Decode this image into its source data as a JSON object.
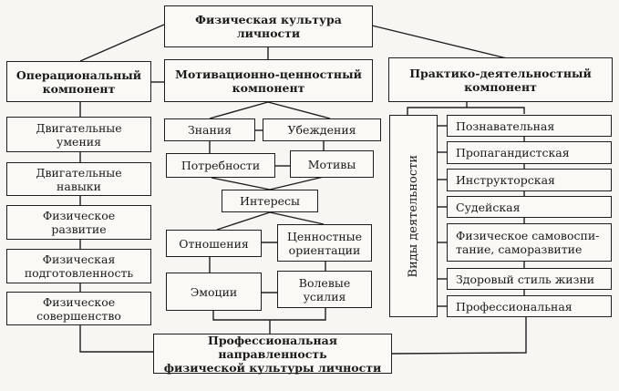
{
  "diagram": {
    "root": {
      "line1": "Физическая культура",
      "line2": "личности"
    },
    "components": {
      "operational": {
        "line1": "Операциональный",
        "line2": "компонент"
      },
      "motivational": {
        "line1": "Мотивационно-ценностный",
        "line2": "компонент"
      },
      "practical": {
        "line1": "Практико-деятельностный",
        "line2": "компонент"
      }
    },
    "operational_items": [
      {
        "line1": "Двигательные",
        "line2": "умения"
      },
      {
        "line1": "Двигательные",
        "line2": "навыки"
      },
      {
        "line1": "Физическое",
        "line2": "развитие"
      },
      {
        "line1": "Физическая",
        "line2": "подготовленность"
      },
      {
        "line1": "Физическое",
        "line2": "совершенство"
      }
    ],
    "motivational_items": {
      "knowledge": "Знания",
      "beliefs": "Убеждения",
      "needs": "Потребности",
      "motives": "Мотивы",
      "interests": "Интересы",
      "attitudes": "Отношения",
      "value_orientations": {
        "line1": "Ценностные",
        "line2": "ориентации"
      },
      "emotions": "Эмоции",
      "volitional_efforts": {
        "line1": "Волевые",
        "line2": "усилия"
      }
    },
    "activity_types_label": "Виды деятельности",
    "activity_types": [
      {
        "line1": "Познавательная"
      },
      {
        "line1": "Пропагандистская"
      },
      {
        "line1": "Инструкторская"
      },
      {
        "line1": "Судейская"
      },
      {
        "line1": "Физическое самовоспи-",
        "line2": "тание, саморазвитие"
      },
      {
        "line1": "Здоровый стиль жизни"
      },
      {
        "line1": "Профессиональная"
      }
    ],
    "result": {
      "line1": "Профессиональная направленность",
      "line2": "физической культуры личности"
    }
  }
}
